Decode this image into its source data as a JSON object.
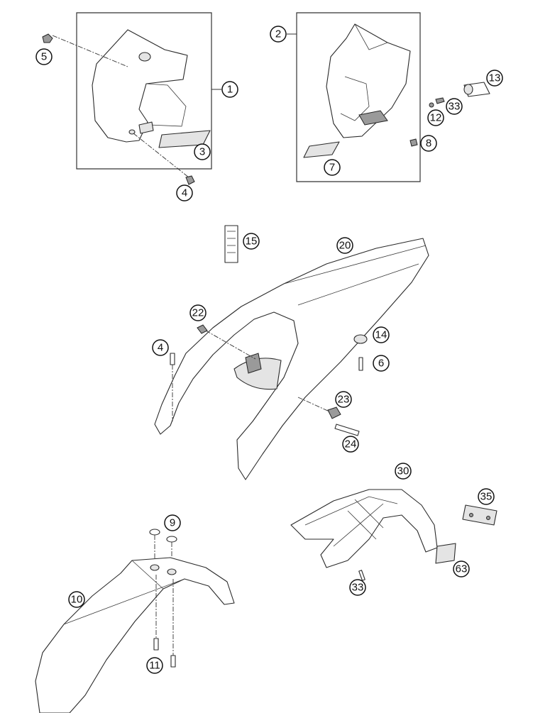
{
  "callouts": {
    "c1": "1",
    "c2": "2",
    "c3": "3",
    "c4a": "4",
    "c4b": "4",
    "c5": "5",
    "c6": "6",
    "c7": "7",
    "c8": "8",
    "c9": "9",
    "c10": "10",
    "c11": "11",
    "c12": "12",
    "c13": "13",
    "c14": "14",
    "c15": "15",
    "c20": "20",
    "c22": "22",
    "c23": "23",
    "c24": "24",
    "c30": "30",
    "c33a": "33",
    "c33b": "33",
    "c35": "35",
    "c63": "63"
  }
}
